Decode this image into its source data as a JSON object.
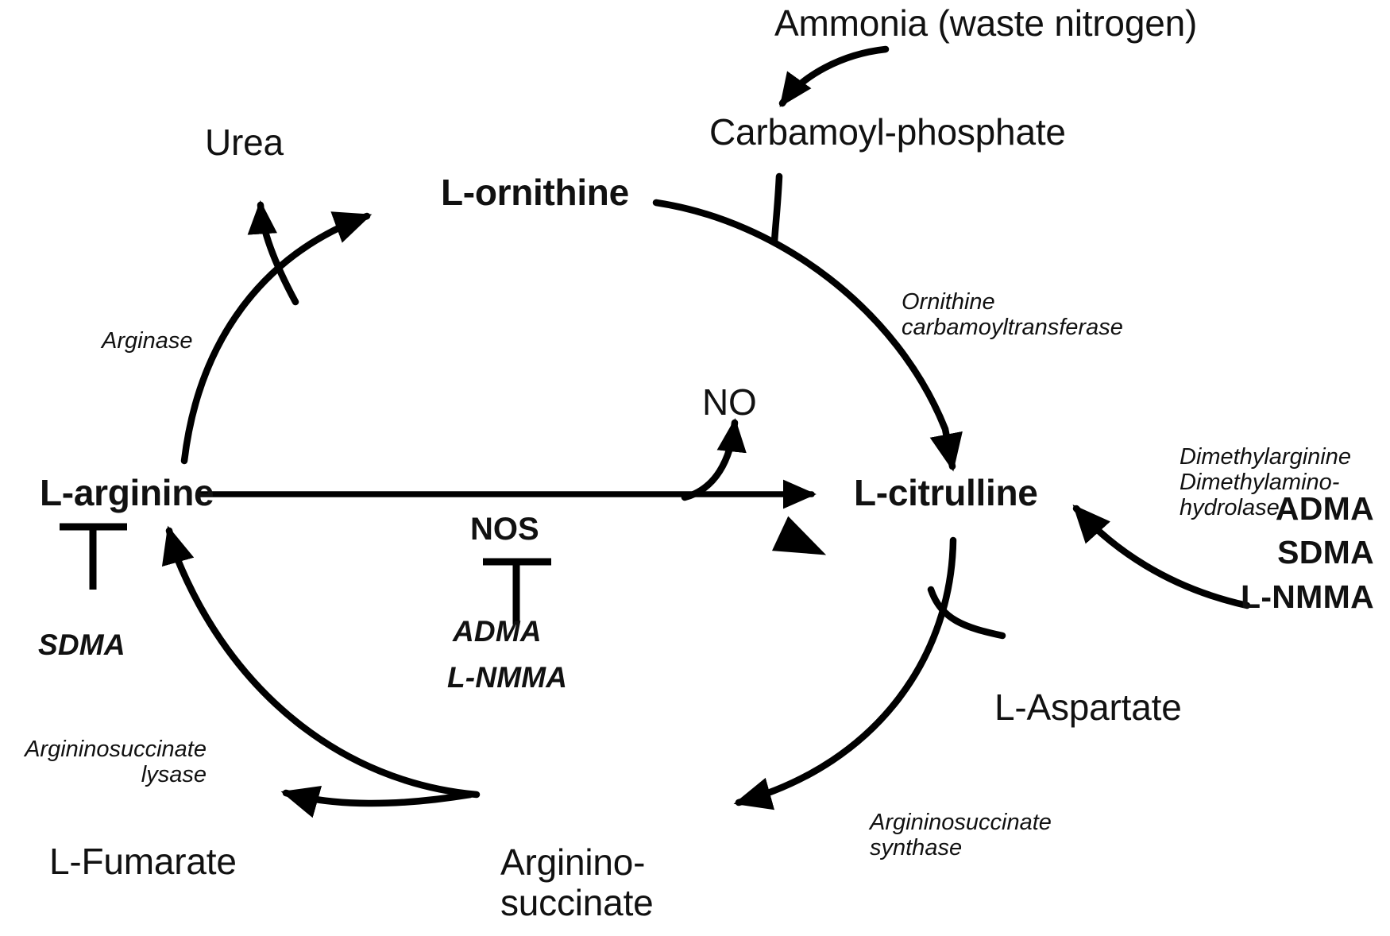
{
  "diagram": {
    "title": "Urea cycle and nitric oxide synthesis pathway",
    "type": "biochemical-pathway",
    "background_color": "#ffffff",
    "stroke_color": "#000000"
  },
  "metabolites": {
    "ammonia": "Ammonia (waste nitrogen)",
    "carbamoyl_phosphate": "Carbamoyl-phosphate",
    "ornithine": "L-ornithine",
    "urea": "Urea",
    "arginine": "L-arginine",
    "citrulline": "L-citrulline",
    "nitric_oxide": "NO",
    "aspartate": "L-Aspartate",
    "argininosuccinate_line1": "Arginino-",
    "argininosuccinate_line2": "succinate",
    "fumarate": "L-Fumarate"
  },
  "enzymes": {
    "arginase": "Arginase",
    "ornithine_carbamoyltransferase_line1": "Ornithine",
    "ornithine_carbamoyltransferase_line2": "carbamoyltransferase",
    "ddah_line1": "Dimethylarginine",
    "ddah_line2": "Dimethylamino-",
    "ddah_line3": "hydrolase",
    "argininosuccinate_lyase_line1": "Argininosuccinate",
    "argininosuccinate_lyase_line2": "lysase",
    "argininosuccinate_synthase_line1": "Argininosuccinate",
    "argininosuccinate_synthase_line2": "synthase",
    "nos": "NOS"
  },
  "inhibitors": {
    "sdma_on_arginine": "SDMA",
    "adma_on_nos": "ADMA",
    "lnmma_on_nos": "L-NMMA",
    "substrate_list": [
      "ADMA",
      "SDMA",
      "L-NMMA"
    ]
  },
  "icons": {
    "arrowhead": "arrowhead-icon",
    "inhibition_bar": "inhibition-tbar-icon"
  }
}
